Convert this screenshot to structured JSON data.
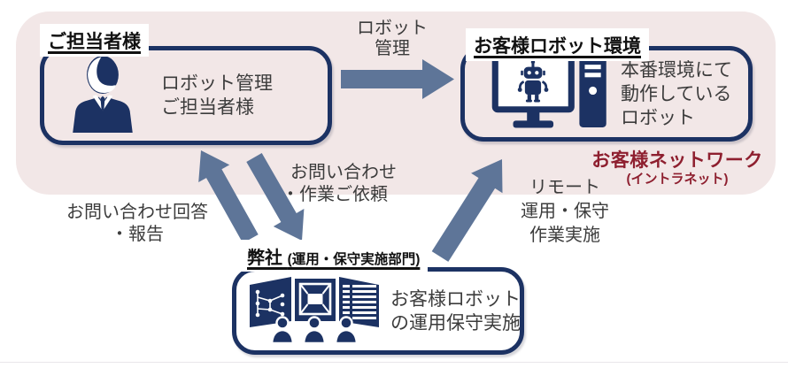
{
  "colors": {
    "navy": "#1c3263",
    "arrow_steel_blue": "#5e7598",
    "zone_pink": "#f2e7e7",
    "network_dark_red": "#8e1f2f",
    "body_text": "#3c3c3c"
  },
  "nodes": {
    "customer_contact": {
      "title": "ご担当者様",
      "line1": "ロボット管理",
      "line2": "ご担当者様",
      "icon": "business-person-icon"
    },
    "customer_robot_env": {
      "title": "お客様ロボット環境",
      "line1": "本番環境にて",
      "line2": "動作している",
      "line3": "ロボット",
      "icon": "robot-pc-icon"
    },
    "our_company": {
      "title": "弊社",
      "title_sub": "(運用・保守実施部門)",
      "line1": "お客様ロボット",
      "line2": "の運用保守実施",
      "icon": "operations-center-icon"
    }
  },
  "arrow_labels": {
    "robot_management": {
      "line1": "ロボット",
      "line2": "管理"
    },
    "inquiry_request": {
      "line1": "お問い合わせ",
      "line2": "・作業ご依頼"
    },
    "inquiry_response": {
      "line1": "お問い合わせ回答",
      "line2": "・報告"
    },
    "remote_work": {
      "line1": "リモート",
      "line2": "運用・保守",
      "line3": "作業実施"
    }
  },
  "network": {
    "line1": "お客様ネットワーク",
    "line2": "(イントラネット)"
  }
}
